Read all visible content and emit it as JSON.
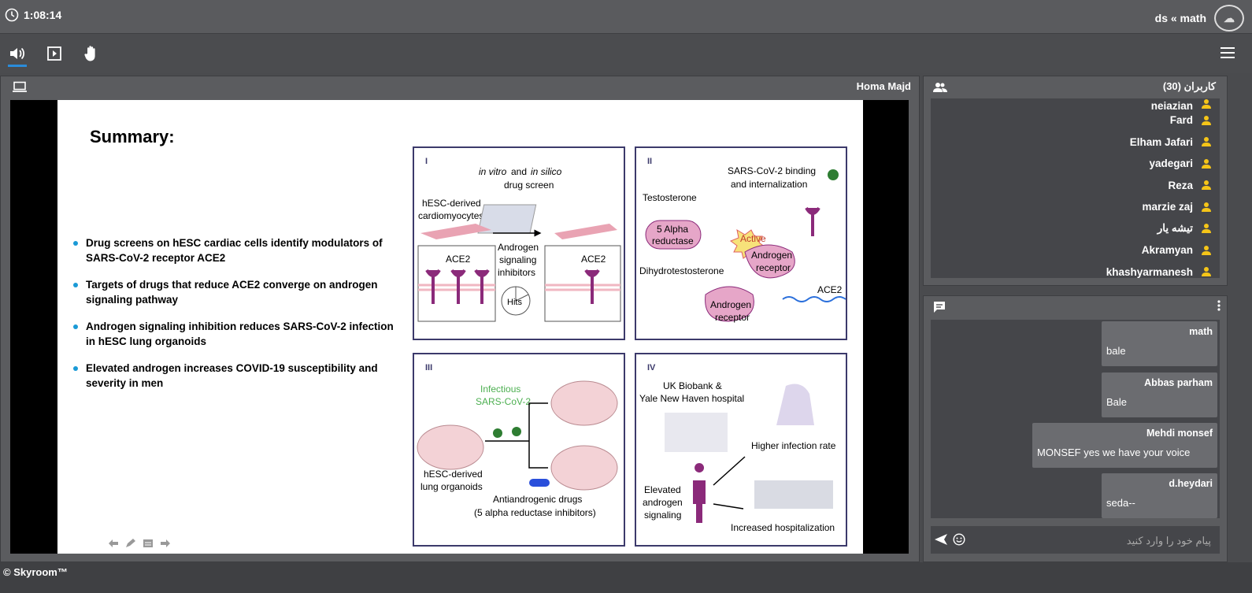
{
  "topbar": {
    "timer": "1:08:14",
    "brand": "ds « math"
  },
  "presenter": {
    "name": "Homa Majd"
  },
  "slide": {
    "title": "Summary:",
    "bullets": [
      "Drug screens on hESC cardiac cells identify modulators of SARS-CoV-2 receptor ACE2",
      "Targets of drugs that reduce ACE2 converge on androgen signaling pathway",
      "Androgen signaling inhibition reduces SARS-CoV-2 infection in hESC lung organoids",
      "Elevated androgen increases COVID-19 susceptibility and severity in men"
    ],
    "figure": {
      "p1": {
        "num": "I",
        "t1a": "in vitro",
        "t1b": "and",
        "t1c": "in silico",
        "t2": "drug  screen",
        "t3": "hESC-derived",
        "t4": "cardiomyocytes",
        "ace2a": "ACE2",
        "ace2b": "ACE2",
        "t5": "Androgen",
        "t6": "signaling",
        "t7": "inhibitors",
        "hits": "Hits"
      },
      "p2": {
        "num": "II",
        "t1": "SARS-CoV-2 binding",
        "t2": "and internalization",
        "t3": "Testosterone",
        "t4": "5 Alpha",
        "t5": "reductase",
        "t6": "Active",
        "t7": "Androgen",
        "t8": "receptor",
        "t9": "Dihydrotestosterone",
        "t10": "Androgen",
        "t11": "receptor",
        "t12": "ACE2"
      },
      "p3": {
        "num": "III",
        "t1": "Infectious",
        "t2": "SARS-CoV-2",
        "t3": "hESC-derived",
        "t4": "lung organoids",
        "t5": "Antiandrogenic drugs",
        "t6": "(5 alpha reductase inhibitors)"
      },
      "p4": {
        "num": "IV",
        "t1": "UK Biobank &",
        "t2": "Yale New Haven hospital",
        "t3": "Higher infection rate",
        "t4": "Elevated",
        "t5": "androgen",
        "t6": "signaling",
        "t7": "Increased hospitalization"
      }
    }
  },
  "users": {
    "title": "کاربران (30)",
    "partial": "nejazian",
    "list": [
      "Fard",
      "Elham Jafari",
      "yadegari",
      "Reza",
      "marzie zaj",
      "تیشه یار",
      "Akramyan",
      "khashyarmanesh"
    ]
  },
  "chat": {
    "messages": [
      {
        "who": "math",
        "text": "bale"
      },
      {
        "who": "Abbas parham",
        "text": "Bale"
      },
      {
        "who": "Mehdi monsef",
        "text": "MONSEF yes we have your voice"
      },
      {
        "who": "d.heydari",
        "text": "seda--"
      }
    ],
    "placeholder": "پیام خود را وارد کنید"
  },
  "footer": {
    "copyright": "© Skyroom™"
  },
  "colors": {
    "accent": "#2a8cdb",
    "bullet": "#1a9ad6",
    "user_icon": "#f5c518",
    "panel_border": "#3c3a6b",
    "virus": "#2e7d32"
  }
}
